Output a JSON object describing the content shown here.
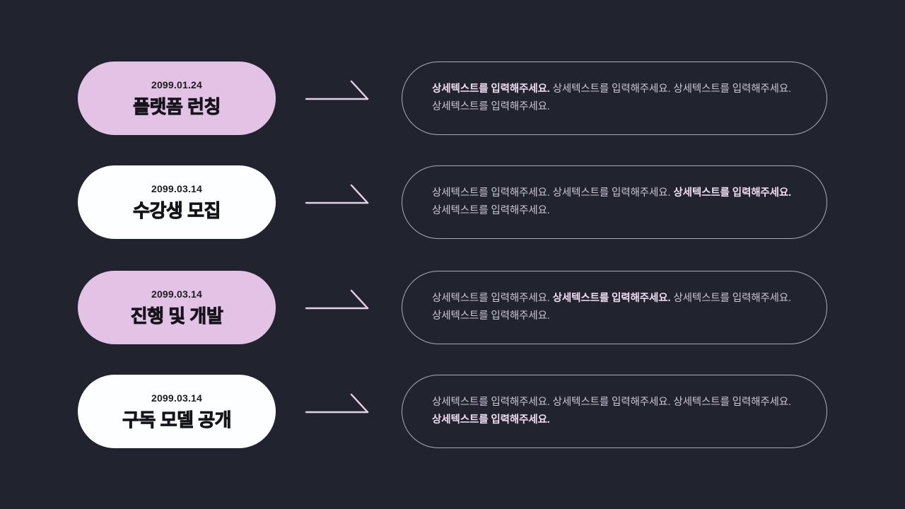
{
  "slide": {
    "type": "timeline-roadmap",
    "background_color": "#21242f",
    "accent_color": "#e2c3e5",
    "plain_color": "#fdfeff",
    "card_border_color": "#a9aab8",
    "body_text_color": "#c9c6d4",
    "highlight_text_color": "#f0dcf0",
    "arrow_color": "#e7cfe7"
  },
  "rows": [
    {
      "date": "2099.01.24",
      "title": "플랫폼 런칭",
      "pill_style": "accent",
      "arrow": "arrow-right",
      "detail_segments": [
        {
          "text": "상세텍스트를 입력해주세요.",
          "bold": true
        },
        {
          "text": " 상세텍스트를 입력해주세요. 상세텍스트를 입력해주세요. 상세텍스트를 입력해주세요.",
          "bold": false
        }
      ]
    },
    {
      "date": "2099.03.14",
      "title": "수강생 모집",
      "pill_style": "plain",
      "arrow": "arrow-right",
      "detail_segments": [
        {
          "text": "상세텍스트를 입력해주세요. 상세텍스트를 입력해주세요. ",
          "bold": false
        },
        {
          "text": "상세텍스트를 입력해주세요.",
          "bold": true
        },
        {
          "text": " 상세텍스트를 입력해주세요.",
          "bold": false
        }
      ]
    },
    {
      "date": "2099.03.14",
      "title": "진행 및 개발",
      "pill_style": "accent",
      "arrow": "arrow-right",
      "detail_segments": [
        {
          "text": "상세텍스트를 입력해주세요. ",
          "bold": false
        },
        {
          "text": "상세텍스트를 입력해주세요.",
          "bold": true
        },
        {
          "text": " 상세텍스트를 입력해주세요. 상세텍스트를 입력해주세요.",
          "bold": false
        }
      ]
    },
    {
      "date": "2099.03.14",
      "title": "구독 모델 공개",
      "pill_style": "plain",
      "arrow": "arrow-right",
      "detail_segments": [
        {
          "text": "상세텍스트를 입력해주세요. 상세텍스트를 입력해주세요. 상세텍스트를 입력해주세요. ",
          "bold": false
        },
        {
          "text": "상세텍스트를 입력해주세요.",
          "bold": true
        }
      ]
    }
  ]
}
